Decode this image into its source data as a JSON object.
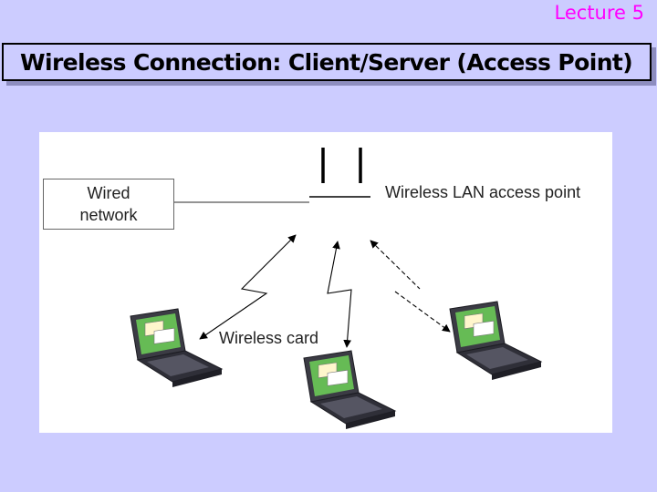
{
  "header": {
    "lecture": "Lecture 5"
  },
  "slide": {
    "title": "Wireless Connection: Client/Server (Access Point)"
  },
  "diagram": {
    "wired_network_line1": "Wired",
    "wired_network_line2": "network",
    "access_point_label": "Wireless LAN access point",
    "wireless_card_label": "Wireless card",
    "laptops": [
      "laptop-left",
      "laptop-center",
      "laptop-right"
    ]
  },
  "colors": {
    "background": "#ccccff",
    "lecture_text": "#ff00ff",
    "diagram_background": "#ffffff"
  }
}
